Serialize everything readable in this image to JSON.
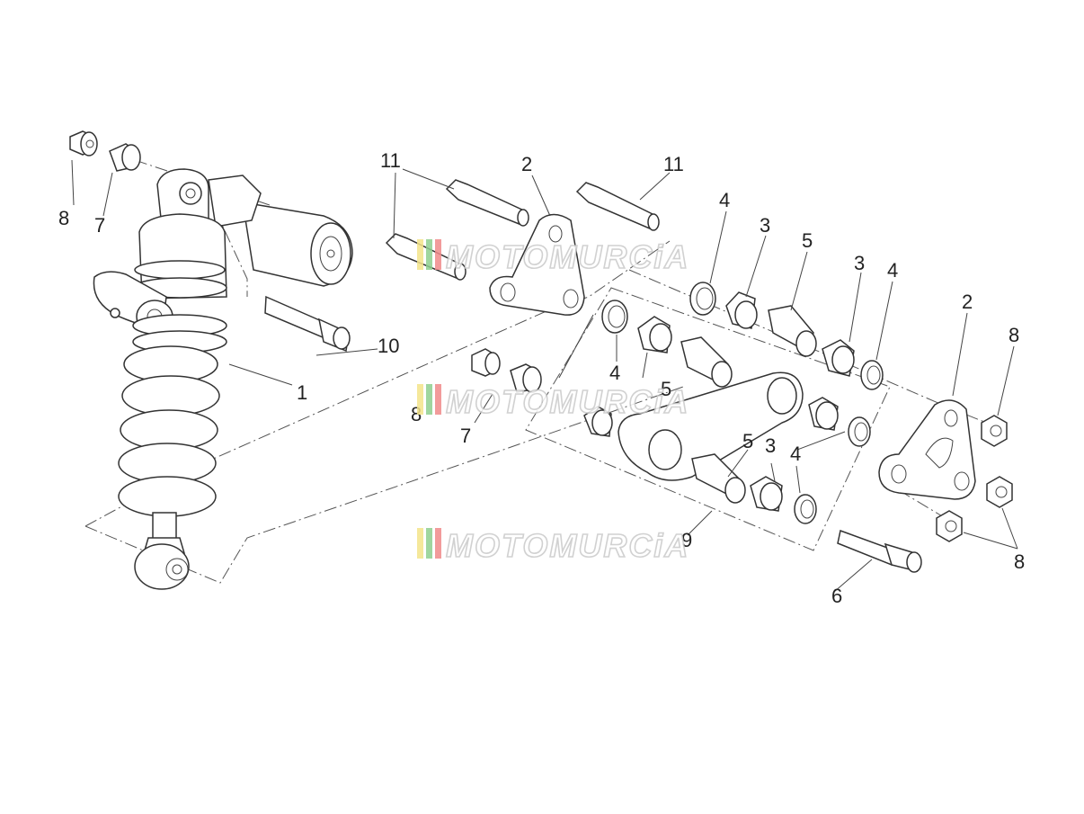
{
  "callouts": [
    "1",
    "2",
    "3",
    "4",
    "5",
    "6",
    "7",
    "8",
    "9",
    "10",
    "11"
  ],
  "watermark": {
    "text": "MOTOMURCiA",
    "stripe_colors": [
      "#f4e48a",
      "#8fd08f",
      "#f08a8a"
    ]
  },
  "colors": {
    "line": "#333333",
    "text": "#222222",
    "background": "#ffffff"
  }
}
